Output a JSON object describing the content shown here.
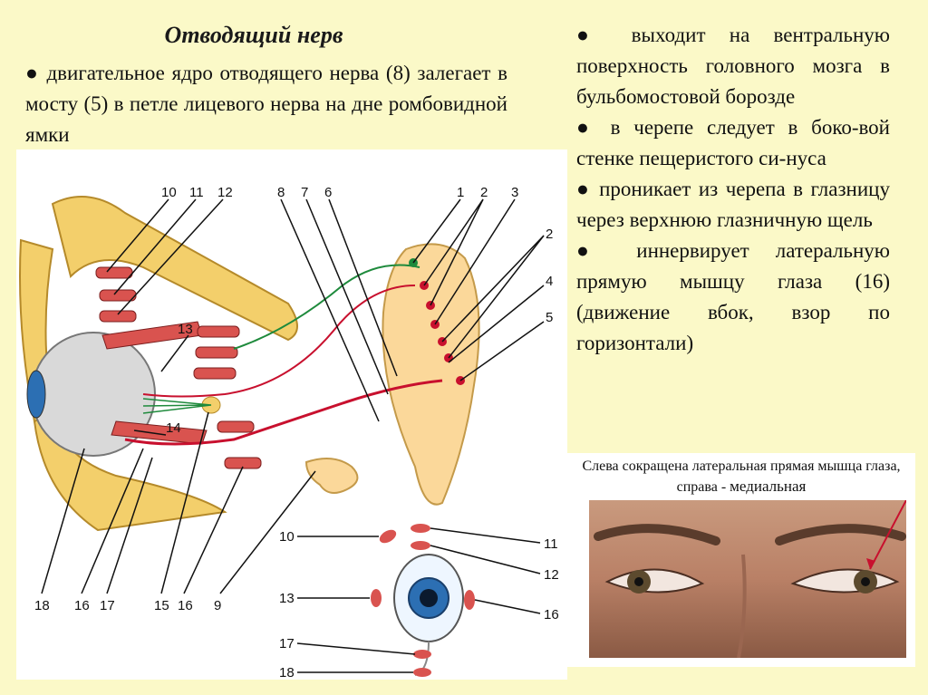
{
  "title": "Отводящий нерв",
  "intro": "● двигательное ядро  отводящего нерва (8) залегает в мосту (5) в петле лицевого нерва на дне ромбовидной ямки",
  "bullets": [
    "● выходит на вентральную поверхность головного мозга в бульбомостовой борозде",
    "● в черепе следует в боко-вой стенке пещеристого си-нуса",
    "● проникает из черепа в глазницу через верхнюю глазничную щель",
    "● иннервирует латеральную прямую мышцу глаза (16) (движение вбок, взор по горизонтали)"
  ],
  "photo_caption": {
    "text": "Слева сокращена латеральная прямая мышца глаза, справа -",
    "emphasis": "медиальная"
  },
  "figure_labels": {
    "top": [
      "10",
      "11",
      "12",
      "8",
      "7",
      "6",
      "1",
      "2",
      "3"
    ],
    "right": [
      "2",
      "4",
      "5"
    ],
    "left_mid": [
      "13",
      "14"
    ],
    "bottom": [
      "18",
      "16",
      "17",
      "15",
      "16",
      "9"
    ],
    "small_left": [
      "10",
      "13",
      "17",
      "18"
    ],
    "small_right": [
      "11",
      "12",
      "16"
    ]
  },
  "colors": {
    "background": "#fbf9c8",
    "nerve": "#c8102e",
    "nerve_green": "#1e8a3c",
    "bone": "#f3cf6b",
    "muscle": "#d9534f",
    "iris": "#2c6fb3"
  }
}
